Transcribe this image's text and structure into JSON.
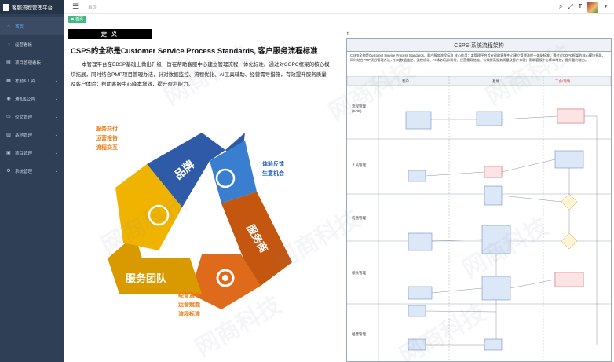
{
  "app": {
    "title": "客服流程管理平台"
  },
  "sidebar": {
    "items": [
      {
        "label": "首页",
        "icon": "home-icon",
        "active": true,
        "has_children": false
      },
      {
        "label": "经营看板",
        "icon": "dashboard-icon",
        "active": false,
        "has_children": false
      },
      {
        "label": "项目管理看板",
        "icon": "board-icon",
        "active": false,
        "has_children": false
      },
      {
        "label": "考勤&工资",
        "icon": "calendar-icon",
        "active": false,
        "has_children": true
      },
      {
        "label": "通知&公告",
        "icon": "bell-icon",
        "active": false,
        "has_children": true
      },
      {
        "label": "仪文管理",
        "icon": "doc-icon",
        "active": false,
        "has_children": true
      },
      {
        "label": "基地管理",
        "icon": "base-icon",
        "active": false,
        "has_children": true
      },
      {
        "label": "项目管理",
        "icon": "project-icon",
        "active": false,
        "has_children": true
      },
      {
        "label": "系统管理",
        "icon": "gear-icon",
        "active": false,
        "has_children": true
      }
    ]
  },
  "header": {
    "breadcrumb": "首页"
  },
  "tags": {
    "active_tag": "首页"
  },
  "definition": {
    "label": "定 义",
    "title": "CSPS的全称是Customer Service Process Standards, 客户服务流程标准",
    "paragraph": "本管理平台在EBSP基础上做出升级，旨在帮助客服中心建立管理流程一体化标准。通过对COPC框架的核心模块拓展，同时结合PMP项目管理办法，针对数据监控、流程优化、AI工具辅助、经营需导措施，有效提升服务质量及客户体验；帮助客服中心降本增效，提升盈利能力。"
  },
  "cycle": {
    "segments": [
      "品牌",
      "服务商",
      "服务团队"
    ],
    "top_left": [
      "服务交付",
      "运营报告",
      "流程交互"
    ],
    "right": [
      "体验反馈",
      "生意机会"
    ],
    "bottom": [
      "经营监督",
      "运营赋能",
      "流程标准"
    ],
    "colors": {
      "blue": "#2e5aa8",
      "lightblue": "#3a7fcf",
      "orange": "#e06a1c",
      "brown": "#c4560f",
      "yellow": "#f0b400",
      "gold": "#d99a00",
      "text_orange": "#f07a10",
      "text_blue": "#1f5fb8"
    }
  },
  "flow": {
    "title": "CSPS-系统流程架构",
    "desc": "CSPS全称是Customer Service Process Standards，客户服务流程标准\n核心作用：本管理平台旨在帮助客服中心建立管理流程一体化标准。通过对COPC框架的核心模块拓展，同时结合PMP项目管理办法，针对数据监控、流程优化、AI辅助培训/质检、经营需导措施，有效提高服务质量及客户体验；帮助客服中心降本增效，提升盈利能力。",
    "columns": [
      "客户",
      "基地",
      "工会/现场"
    ],
    "rows": [
      "流程管理\n(SOP)",
      "人员管理",
      "沟通管理",
      "绩效管理",
      "经营管理"
    ]
  },
  "watermark": "网商科技"
}
